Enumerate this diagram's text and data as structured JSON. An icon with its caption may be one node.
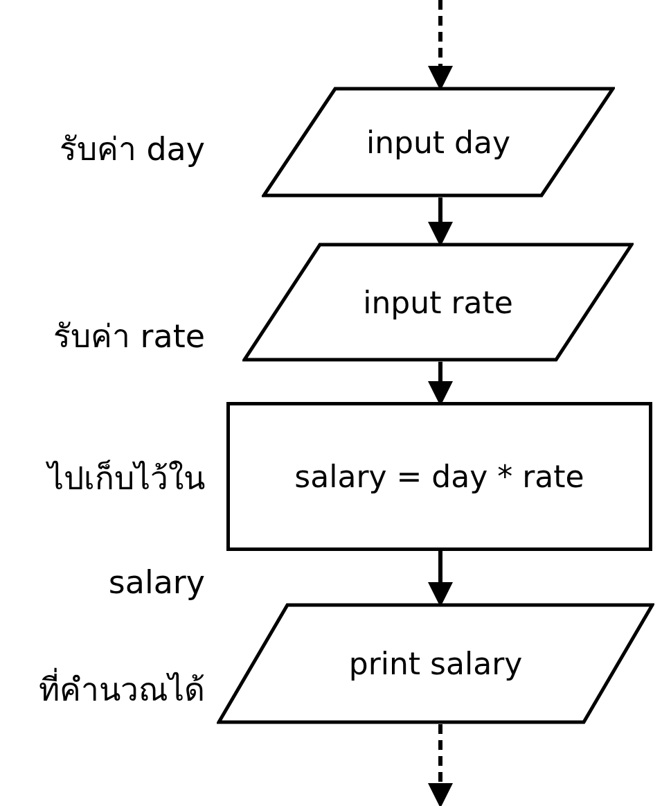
{
  "diagram": {
    "nodes": [
      {
        "text": [
          "input day"
        ],
        "beside": [
          "รับค่า day"
        ]
      },
      {
        "text": [
          "input rate"
        ],
        "beside": [
          "รับค่า rate"
        ]
      },
      {
        "text": [
          "salary = day * rate"
        ],
        "beside": [
          "ไปเก็บไว้ใน salary"
        ]
      },
      {
        "text": [
          "print salary"
        ],
        "beside": [
          "ที่คำนวณได้"
        ]
      }
    ],
    "edges": [
      {
        "from": null,
        "to": 0,
        "arrow": "to",
        "style": "dashed"
      },
      {
        "from": 0,
        "to": 1,
        "arrow": "to"
      },
      {
        "from": 1,
        "to": 2,
        "arrow": "to"
      },
      {
        "from": 2,
        "to": 3,
        "arrow": "to"
      },
      {
        "from": 3,
        "to": null,
        "arrow": "to",
        "style": "dashed"
      }
    ]
  }
}
